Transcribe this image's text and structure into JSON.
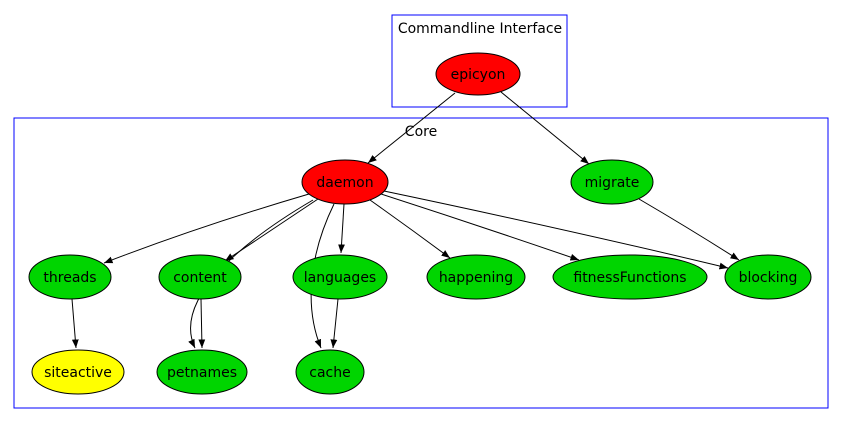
{
  "diagram": {
    "background_color": "#ffffff",
    "cluster_border_color": "#0000ff",
    "node_stroke_color": "#000000",
    "edge_color": "#000000",
    "text_color": "#000000",
    "legend_colors": {
      "entry_point": "#ff0000",
      "module": "#00d500",
      "leaf": "#ffff00"
    },
    "clusters": [
      {
        "id": "commandline-interface",
        "label": "Commandline Interface"
      },
      {
        "id": "core",
        "label": "Core"
      }
    ],
    "nodes": [
      {
        "id": "epicyon",
        "label": "epicyon",
        "fill": "#ff0000",
        "cluster": "commandline-interface"
      },
      {
        "id": "daemon",
        "label": "daemon",
        "fill": "#ff0000",
        "cluster": "core"
      },
      {
        "id": "migrate",
        "label": "migrate",
        "fill": "#00d500",
        "cluster": "core"
      },
      {
        "id": "threads",
        "label": "threads",
        "fill": "#00d500",
        "cluster": "core"
      },
      {
        "id": "content",
        "label": "content",
        "fill": "#00d500",
        "cluster": "core"
      },
      {
        "id": "languages",
        "label": "languages",
        "fill": "#00d500",
        "cluster": "core"
      },
      {
        "id": "happening",
        "label": "happening",
        "fill": "#00d500",
        "cluster": "core"
      },
      {
        "id": "fitnessFunctions",
        "label": "fitnessFunctions",
        "fill": "#00d500",
        "cluster": "core"
      },
      {
        "id": "blocking",
        "label": "blocking",
        "fill": "#00d500",
        "cluster": "core"
      },
      {
        "id": "siteactive",
        "label": "siteactive",
        "fill": "#ffff00",
        "cluster": "core"
      },
      {
        "id": "petnames",
        "label": "petnames",
        "fill": "#00d500",
        "cluster": "core"
      },
      {
        "id": "cache",
        "label": "cache",
        "fill": "#00d500",
        "cluster": "core"
      }
    ],
    "edges": [
      {
        "from": "epicyon",
        "to": "daemon"
      },
      {
        "from": "epicyon",
        "to": "migrate"
      },
      {
        "from": "daemon",
        "to": "threads"
      },
      {
        "from": "daemon",
        "to": "content"
      },
      {
        "from": "daemon",
        "to": "languages"
      },
      {
        "from": "daemon",
        "to": "happening"
      },
      {
        "from": "daemon",
        "to": "fitnessFunctions"
      },
      {
        "from": "daemon",
        "to": "blocking"
      },
      {
        "from": "daemon",
        "to": "petnames"
      },
      {
        "from": "daemon",
        "to": "cache"
      },
      {
        "from": "migrate",
        "to": "blocking"
      },
      {
        "from": "threads",
        "to": "siteactive"
      },
      {
        "from": "content",
        "to": "petnames"
      },
      {
        "from": "languages",
        "to": "cache"
      }
    ]
  }
}
